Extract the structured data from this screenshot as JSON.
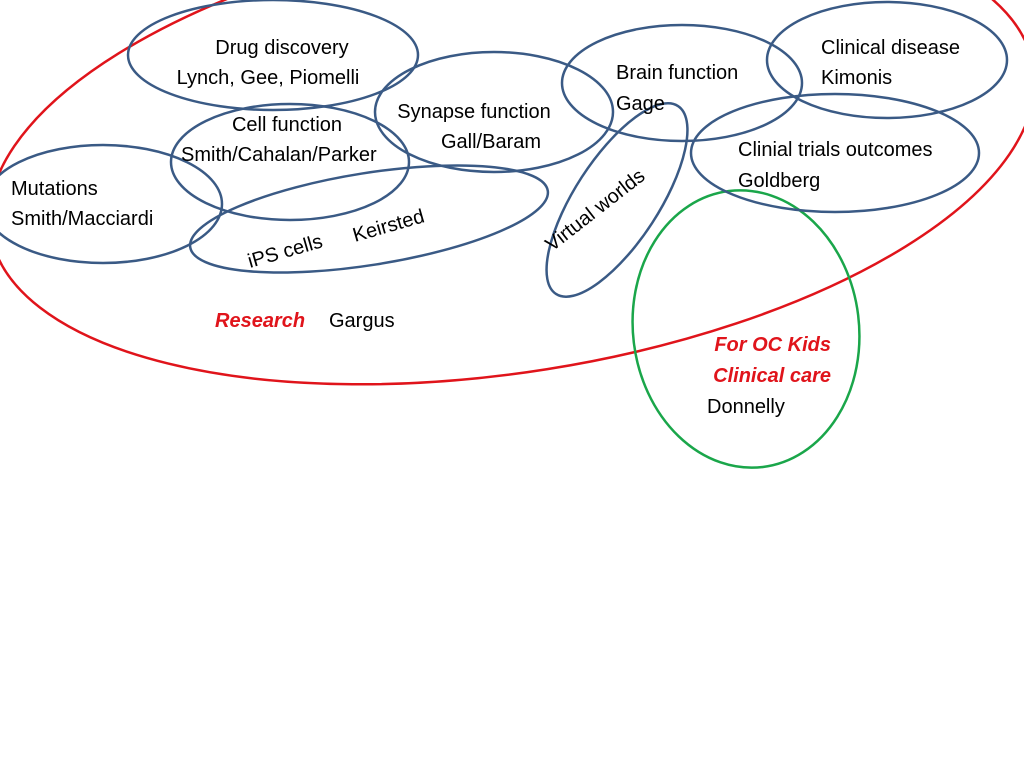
{
  "colors": {
    "research_outline": "#e0141b",
    "clinical_outline": "#1aa64a",
    "group_outline": "#3a5a85",
    "accent_text": "#e0141b",
    "text": "#000000"
  },
  "research": {
    "label": "Research",
    "lead": "Gargus"
  },
  "clinical": {
    "line1": "For OC Kids",
    "line2": "Clinical care",
    "lead": "Donnelly"
  },
  "groups": {
    "drug_discovery": {
      "title": "Drug discovery",
      "people": "Lynch, Gee, Piomelli"
    },
    "cell_function": {
      "title": "Cell function",
      "people": "Smith/Cahalan/Parker"
    },
    "mutations": {
      "title": "Mutations",
      "people": "Smith/Macciardi"
    },
    "synapse_function": {
      "title": "Synapse function",
      "people": "Gall/Baram"
    },
    "ips_cells": {
      "title": "iPS cells",
      "people": "Keirsted"
    },
    "brain_function": {
      "title": "Brain function",
      "people": "Gage"
    },
    "clinical_disease": {
      "title": "Clinical disease",
      "people": "Kimonis"
    },
    "clinical_trials": {
      "title": "Clinial trials outcomes",
      "people": "Goldberg"
    },
    "virtual_worlds": {
      "title": "Virtual worlds"
    }
  }
}
